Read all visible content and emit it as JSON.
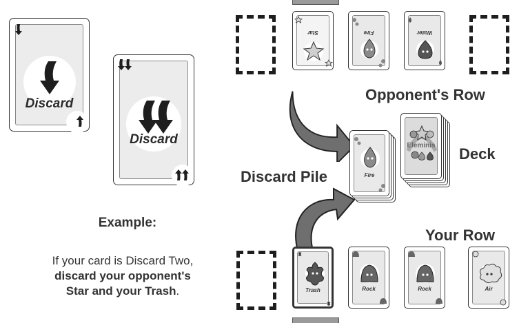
{
  "discard_one_card": {
    "label": "Discard"
  },
  "discard_two_card": {
    "label": "Discard"
  },
  "example": {
    "heading": "Example:",
    "line1": "If your card is Discard Two,",
    "line2": "discard your opponent's",
    "line3_bold": "Star and your Trash",
    "line3_end": "."
  },
  "opponent_row": {
    "label": "Opponent's Row",
    "cards": [
      "Star",
      "Fire",
      "Water"
    ]
  },
  "your_row": {
    "label": "Your Row",
    "cards": [
      "Trash",
      "Rock",
      "Rock",
      "Air"
    ]
  },
  "discard_pile": {
    "label": "Discard Pile",
    "top_card": "Fire"
  },
  "deck": {
    "label": "Deck",
    "card_back_title": "Eleminis"
  },
  "colors": {
    "arrow": "#6f6f6f",
    "card_face": "#e9e9e9",
    "ink": "#2b2b2b",
    "ghost_card": "#9a9a9a"
  }
}
